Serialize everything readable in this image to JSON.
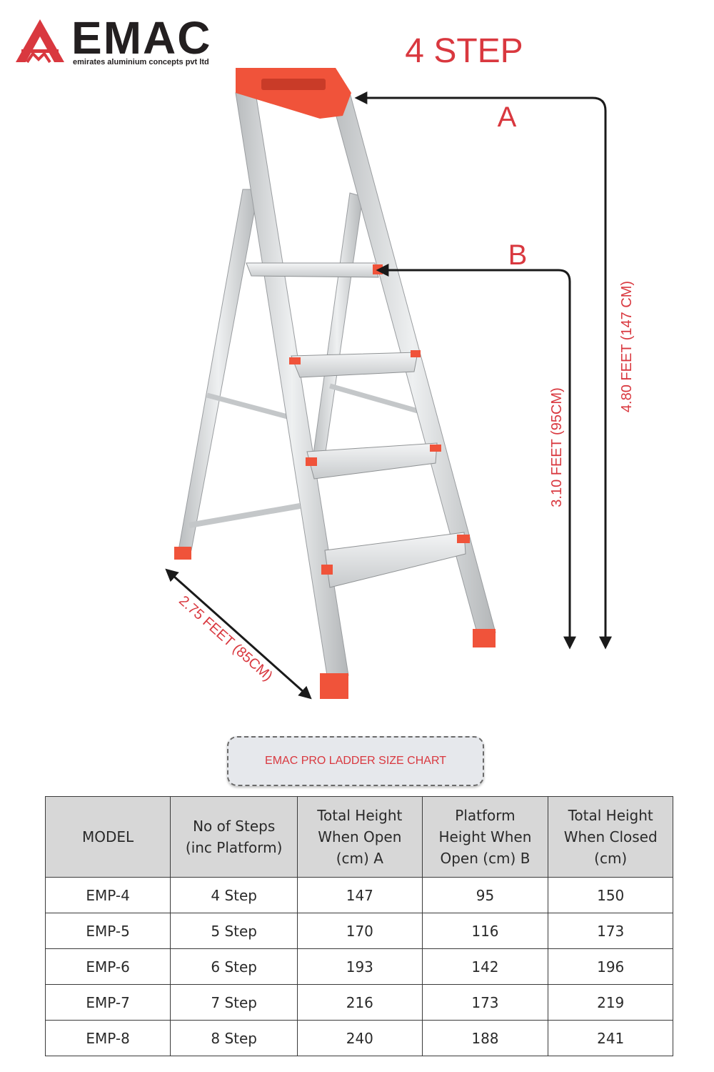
{
  "brand": {
    "name": "EMAC",
    "tagline": "emirates aluminium concepts pvt ltd"
  },
  "title": "4 STEP",
  "dimensions": {
    "label_a": "A",
    "label_b": "B",
    "total_height": "4.80 FEET (147 CM)",
    "platform_height": "3.10 FEET (95CM)",
    "base_depth": "2.75 FEET (85CM)"
  },
  "chart_title": "EMAC PRO LADDER SIZE CHART",
  "table": {
    "headers": {
      "model": "MODEL",
      "steps": [
        "No of Steps",
        "(inc Platform)"
      ],
      "total_open": [
        "Total Height",
        "When Open",
        "(cm) A"
      ],
      "platform_open": [
        "Platform",
        "Height When",
        "Open (cm) B"
      ],
      "total_closed": [
        "Total Height",
        "When Closed",
        "(cm)"
      ]
    },
    "rows": [
      {
        "model": "EMP-4",
        "steps": "4 Step",
        "total_open": "147",
        "platform_open": "95",
        "total_closed": "150"
      },
      {
        "model": "EMP-5",
        "steps": "5 Step",
        "total_open": "170",
        "platform_open": "116",
        "total_closed": "173"
      },
      {
        "model": "EMP-6",
        "steps": "6 Step",
        "total_open": "193",
        "platform_open": "142",
        "total_closed": "196"
      },
      {
        "model": "EMP-7",
        "steps": "7 Step",
        "total_open": "216",
        "platform_open": "173",
        "total_closed": "219"
      },
      {
        "model": "EMP-8",
        "steps": "8 Step",
        "total_open": "240",
        "platform_open": "188",
        "total_closed": "241"
      }
    ]
  },
  "colors": {
    "accent_red": "#d9383f",
    "ladder_orange": "#f0533a",
    "aluminium": "#cfd2d4",
    "dimension_line": "#1a1a1a"
  }
}
